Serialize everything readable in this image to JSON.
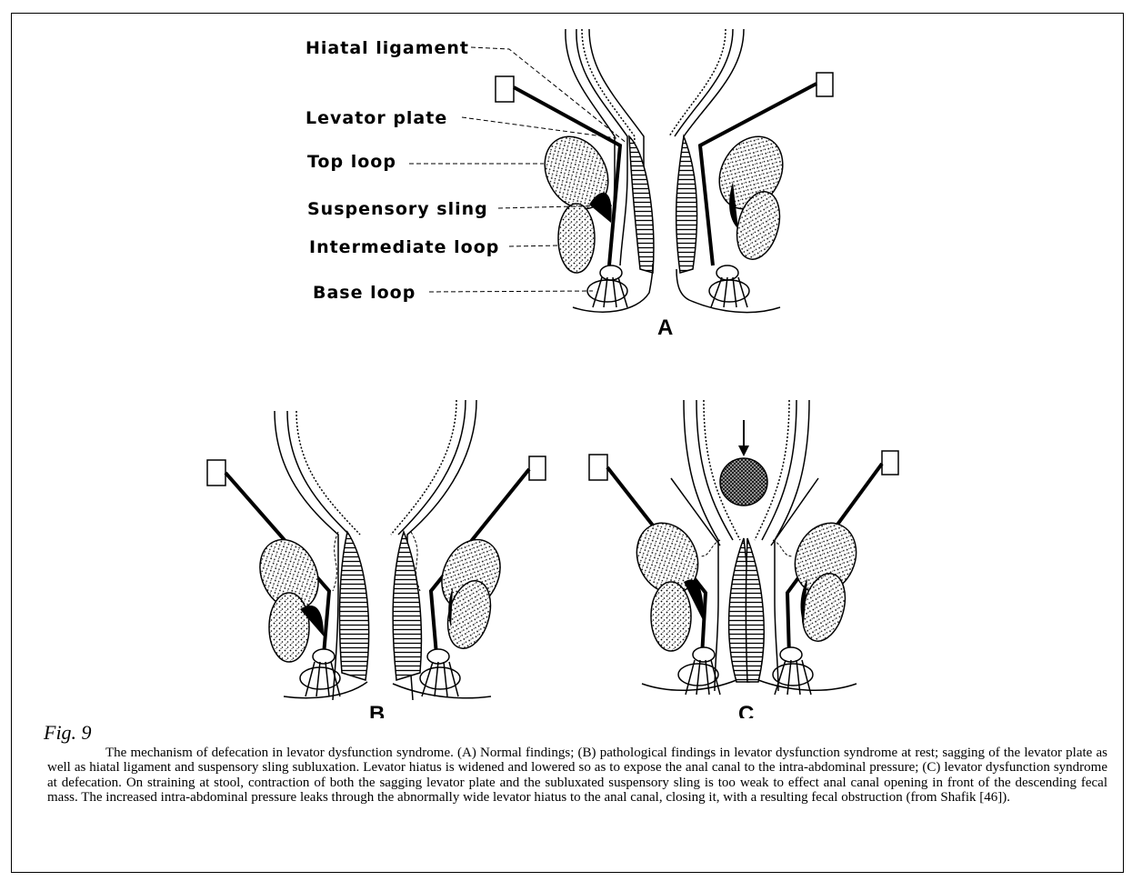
{
  "figure": {
    "labels": {
      "hiatal_ligament": "Hiatal ligament",
      "levator_plate": "Levator plate",
      "top_loop": "Top loop",
      "suspensory_sling": "Suspensory sling",
      "intermediate_loop": "Intermediate loop",
      "base_loop": "Base loop"
    },
    "panels": {
      "a": "A",
      "b": "B",
      "c": "C"
    },
    "fig_label": "Fig. 9",
    "caption": "The mechanism of defecation in levator dysfunction syndrome. (A) Normal findings; (B) pathological findings in levator dysfunction syndrome at rest; sagging of the levator plate as well as hiatal ligament and suspensory sling subluxation. Levator hiatus is widened and lowered so as to expose the anal canal to the intra-abdominal pressure; (C) levator dysfunction syndrome at defecation. On straining at stool, contraction of both the sagging levator plate and the subluxated suspensory sling is too weak to effect anal canal opening in front of the descending fecal mass. The increased intra-abdominal pressure leaks through the abnormally wide levator hiatus to the anal canal, closing it, with a resulting fecal obstruction (from Shafik [46])."
  }
}
